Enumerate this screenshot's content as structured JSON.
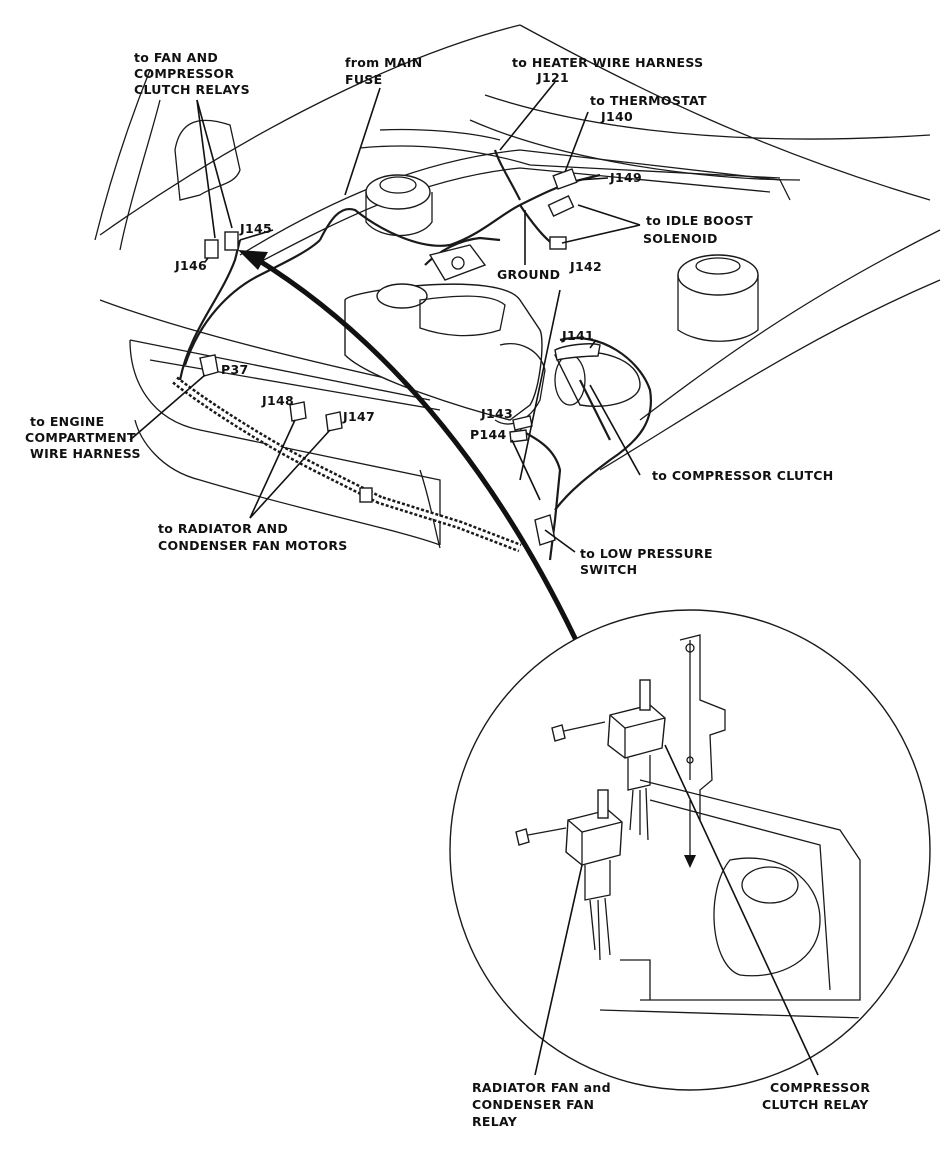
{
  "labels": {
    "fan_compressor_relays": [
      "to FAN AND",
      "COMPRESSOR",
      "CLUTCH RELAYS"
    ],
    "main_fuse": [
      "from MAIN",
      "FUSE"
    ],
    "heater_harness": [
      "to HEATER WIRE HARNESS",
      "J121"
    ],
    "thermostat": [
      "to THERMOSTAT",
      "J140"
    ],
    "j149": "J149",
    "idle_boost": [
      "to IDLE BOOST",
      "SOLENOID"
    ],
    "j145": "J145",
    "j146": "J146",
    "ground": "GROUND",
    "j142": "J142",
    "j141": "J141",
    "p37": "P37",
    "engine_harness": [
      "to ENGINE",
      "COMPARTMENT",
      "WIRE HARNESS"
    ],
    "j148": "J148",
    "j147": "J147",
    "j143": "J143",
    "p144": "P144",
    "compressor_clutch": "to COMPRESSOR CLUTCH",
    "radiator_fan_motors": [
      "to RADIATOR AND",
      "CONDENSER FAN MOTORS"
    ],
    "low_pressure": [
      "to LOW PRESSURE",
      "SWITCH"
    ],
    "radiator_relay": [
      "RADIATOR FAN and",
      "CONDENSER FAN",
      "RELAY"
    ],
    "compressor_relay": [
      "COMPRESSOR",
      "CLUTCH RELAY"
    ]
  }
}
